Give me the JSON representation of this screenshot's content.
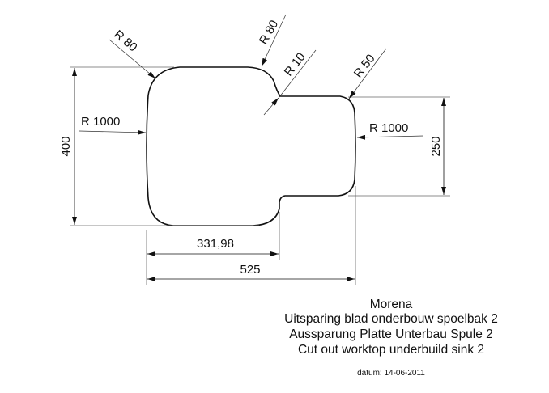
{
  "drawing": {
    "radius_labels": {
      "top_left_corner": "R 80",
      "top_middle_corner": "R 80",
      "notch": "R 10",
      "small_bowl_corner": "R 50",
      "left_side": "R 1000",
      "right_side": "R 1000"
    },
    "dimensions": {
      "total_height": "400",
      "small_bowl_height": "250",
      "large_bowl_width": "331,98",
      "total_width": "525"
    }
  },
  "title_block": {
    "name": "Morena",
    "line_nl": "Uitsparing blad onderbouw spoelbak 2",
    "line_de": "Aussparung Platte Unterbau Spule 2",
    "line_en": "Cut out worktop underbuild sink 2",
    "date": "datum: 14-06-2011"
  }
}
